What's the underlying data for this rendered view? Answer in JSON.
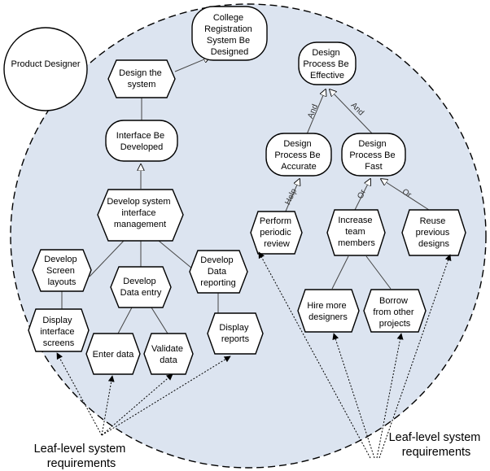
{
  "actor": {
    "label": "Product Designer"
  },
  "goals": {
    "college": "College Registration System Be Designed",
    "interface_developed": "Interface Be Developed",
    "process_effective": "Design Process Be Effective",
    "process_accurate": "Design Process Be Accurate",
    "process_fast": "Design Process  Be Fast"
  },
  "tasks": {
    "design_system": "Design the system",
    "develop_interface_mgmt": "Develop system interface management",
    "develop_screen_layouts": "Develop Screen layouts",
    "develop_data_entry": "Develop Data entry",
    "develop_data_reporting": "Develop Data reporting",
    "display_interface_screens": "Display interface screens",
    "enter_data": "Enter data",
    "validate_data": "Validate data",
    "display_reports": "Display reports",
    "perform_periodic_review": "Perform periodic review",
    "increase_team_members": "Increase team members",
    "reuse_previous_designs": "Reuse previous designs",
    "hire_more_designers": "Hire more designers",
    "borrow_from_other_projects": "Borrow from other projects"
  },
  "link_labels": {
    "and_left": "And",
    "and_right": "And",
    "help": "Help",
    "or_left": "Or",
    "or_right": "Or"
  },
  "annotations": {
    "leaf_left": "Leaf-level system requirements",
    "leaf_right": "Leaf-level system requirements"
  },
  "colors": {
    "boundary_fill": "#dce4f0",
    "boundary_stroke": "#000000",
    "node_fill": "#ffffff"
  }
}
